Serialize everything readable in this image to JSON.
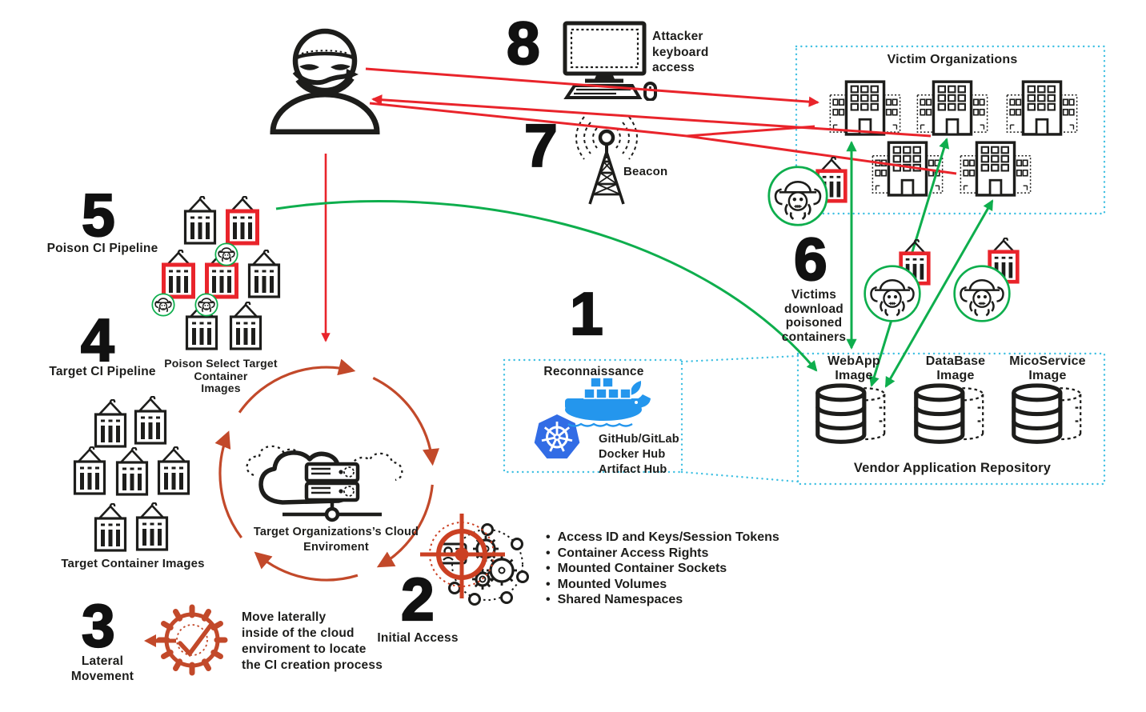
{
  "colors": {
    "red": "#e9242b",
    "green": "#0eae4d",
    "rust": "#c2492a",
    "orange": "#cb4023",
    "cyan": "#3fc0e2",
    "ink": "#1d1d1b",
    "docker_blue": "#2496ed",
    "kubernetes_blue": "#326ce5"
  },
  "step1": {
    "num": "1",
    "box_title": "Reconnaissance",
    "services": "GitHub/GitLab\nDocker Hub\nArtifact Hub"
  },
  "step2": {
    "num": "2",
    "label": "Initial Access",
    "bullets": [
      "Access ID and Keys/Session Tokens",
      "Container Access Rights",
      "Mounted Container Sockets",
      "Mounted Volumes",
      "Shared Namespaces"
    ]
  },
  "step3": {
    "num": "3",
    "label": "Lateral\nMovement",
    "note": "Move laterally\ninside of the cloud\nenviroment to locate\nthe CI creation process"
  },
  "step4": {
    "num": "4",
    "label": "Target CI Pipeline",
    "caption": "Poison Select Target\nContainer\nImages",
    "group_label": "Target Container Images",
    "container_count": 7
  },
  "step5": {
    "num": "5",
    "label": "Poison CI Pipeline",
    "containers": [
      "plain",
      "poisoned",
      "poisoned",
      "poisoned",
      "plain",
      "plain",
      "plain"
    ],
    "poison_markers": 3
  },
  "step6": {
    "num": "6",
    "label": "Victims\ndownload\npoisoned\ncontainers",
    "groups": 3
  },
  "step7": {
    "num": "7",
    "label": "Beacon"
  },
  "step8": {
    "num": "8",
    "label": "Attacker\nkeyboard\naccess"
  },
  "cloud": {
    "label": "Target Organizations’s Cloud\nEnviroment"
  },
  "victims": {
    "title": "Victim Organizations",
    "building_count": 5
  },
  "vendor": {
    "title": "Vendor Application Repository",
    "images": [
      "WebApp\nImage",
      "DataBase\nImage",
      "MicoService\nImage"
    ]
  }
}
